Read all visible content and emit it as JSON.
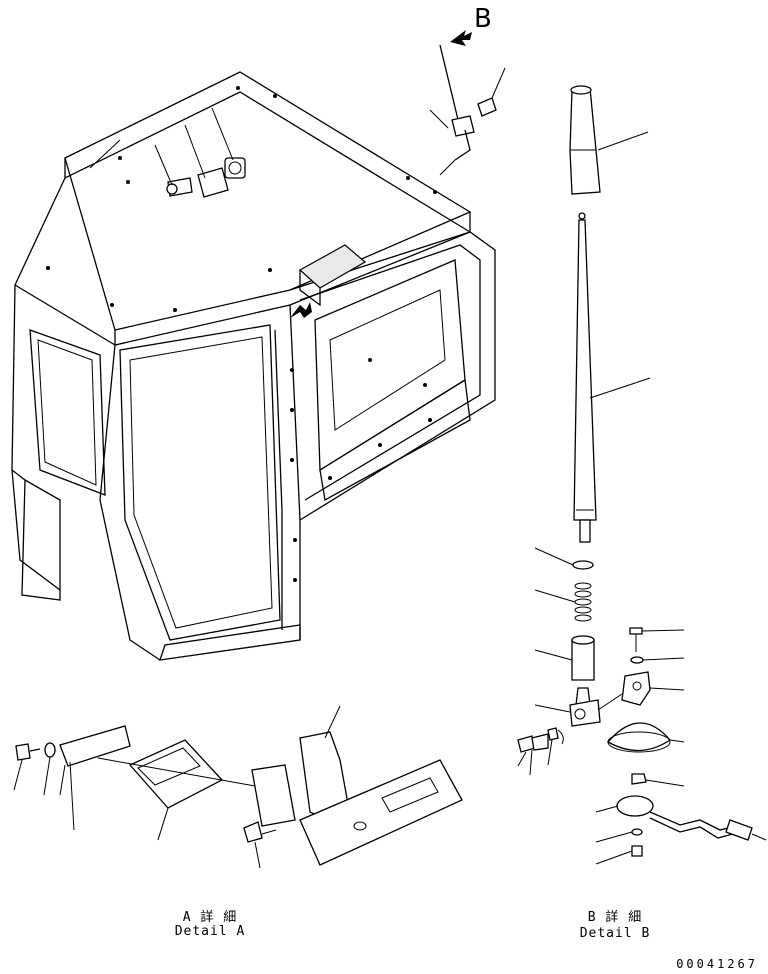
{
  "view_marker": "B",
  "detail_a": {
    "title": "A 詳 細",
    "subtitle": "Detail A"
  },
  "detail_b": {
    "title": "B 詳 細",
    "subtitle": "Detail B"
  },
  "doc_number": "00041267"
}
